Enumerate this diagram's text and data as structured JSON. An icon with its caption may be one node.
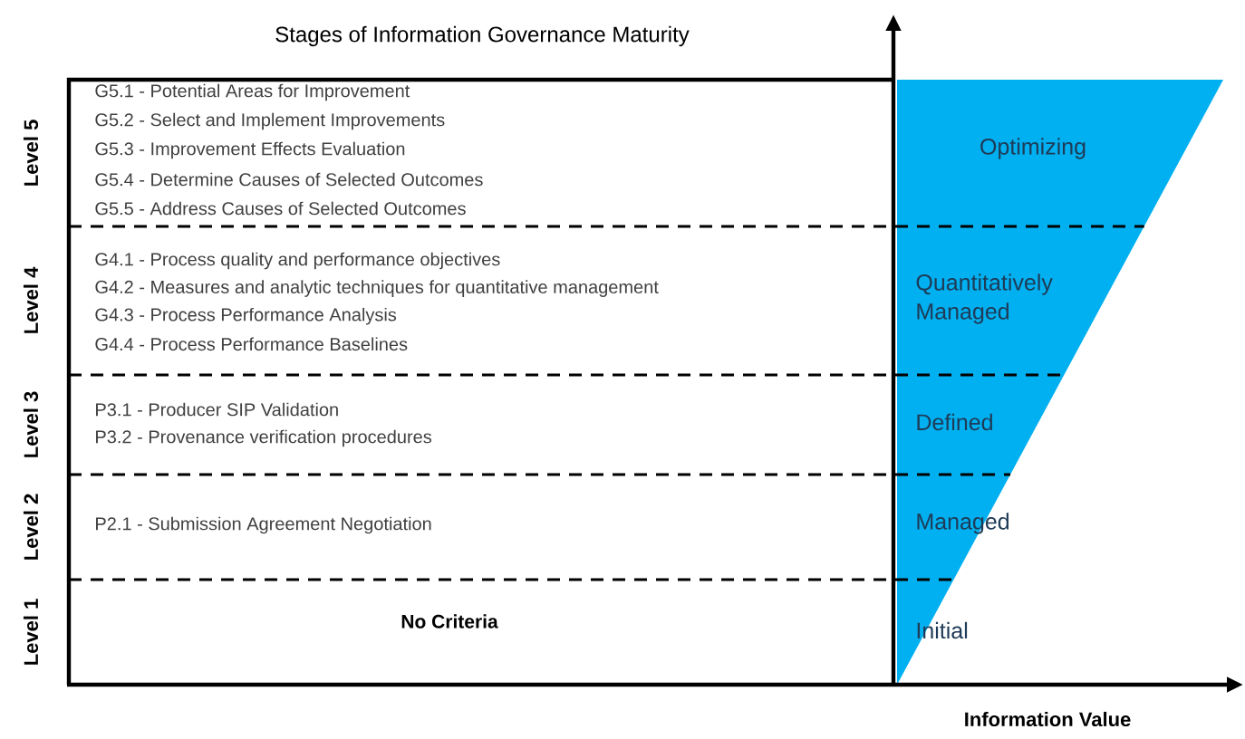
{
  "diagram": {
    "title": "Stages of Information Governance Maturity",
    "nodes": [
      {
        "text": [
          "G5.1 - Potential Areas for Improvement",
          "G5.2 - Select and Implement Improvements",
          "G5.3 - Improvement Effects Evaluation",
          "G5.4 - Determine Causes of Selected Outcomes",
          "G5.5 - Address Causes of Selected Outcomes"
        ],
        "beside": [
          "Level 5"
        ]
      },
      {
        "text": [
          "G4.1 - Process quality and performance objectives",
          "G4.2 - Measures and analytic techniques for quantitative management",
          "G4.3 - Process Performance Analysis",
          "G4.4 - Process Performance Baselines"
        ],
        "beside": [
          "Level 4"
        ]
      },
      {
        "text": [
          "P3.1 - Producer SIP Validation",
          "P3.2 - Provenance verification procedures"
        ],
        "beside": [
          "Level 3"
        ]
      },
      {
        "text": [
          "P2.1 - Submission Agreement Negotiation"
        ],
        "beside": [
          "Level 2"
        ]
      },
      {
        "text": [
          "No Criteria"
        ],
        "beside": [
          "Level 1"
        ]
      }
    ],
    "labels": [
      "Optimizing",
      "Quantitatively Managed",
      "Defined",
      "Managed",
      "Initial",
      "Information Value"
    ]
  }
}
